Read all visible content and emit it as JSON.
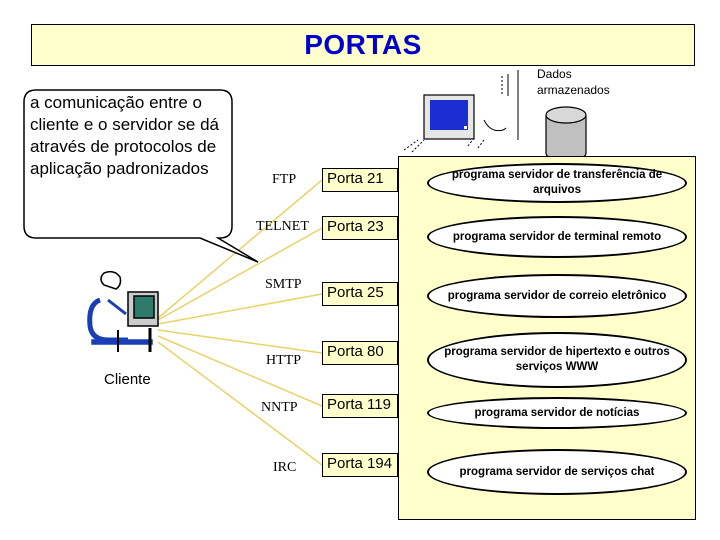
{
  "title": "PORTAS",
  "speech_bubble": "a comunicação entre o cliente e o servidor se dá através de protocolos de aplicação padronizados",
  "storage_label": "Dados armazenados",
  "client_label": "Cliente",
  "rows": [
    {
      "protocol": "FTP",
      "port": "Porta 21",
      "server": "programa servidor de transferência de arquivos"
    },
    {
      "protocol": "TELNET",
      "port": "Porta 23",
      "server": "programa servidor de terminal remoto"
    },
    {
      "protocol": "SMTP",
      "port": "Porta 25",
      "server": "programa servidor de correio eletrônico"
    },
    {
      "protocol": "HTTP",
      "port": "Porta 80",
      "server": "programa servidor de hipertexto e outros serviços WWW"
    },
    {
      "protocol": "NNTP",
      "port": "Porta 119",
      "server": "programa servidor de notícias"
    },
    {
      "protocol": "IRC",
      "port": "Porta 194",
      "server": "programa servidor de serviços chat"
    }
  ],
  "colors": {
    "title": "#0000cc",
    "panel": "#ffffcc",
    "connector": "#e8d36a",
    "bubble_border": "#000000"
  }
}
